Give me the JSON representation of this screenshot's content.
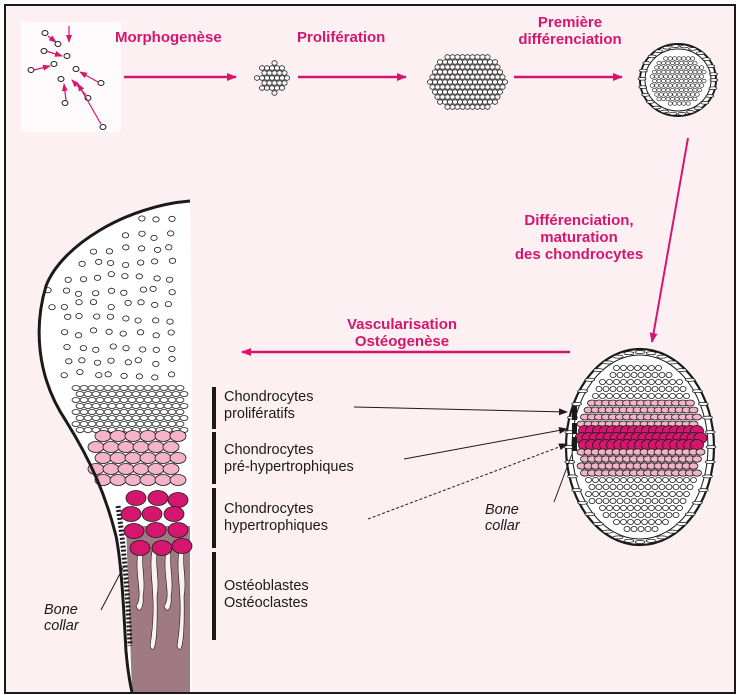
{
  "steps": {
    "morphogenese": "Morphogenèse",
    "proliferation": "Prolifération",
    "premiere_line1": "Première",
    "premiere_line2": "différenciation",
    "diff_line1": "Différenciation,",
    "diff_line2": "maturation",
    "diff_line3": "des chondrocytes",
    "vasc_line1": "Vascularisation",
    "vasc_line2": "Ostéogenèse"
  },
  "zones": {
    "proliferatifs_line1": "Chondrocytes",
    "proliferatifs_line2": "prolifératifs",
    "prehyper_line1": "Chondrocytes",
    "prehyper_line2": "pré-hypertrophiques",
    "hyper_line1": "Chondrocytes",
    "hyper_line2": "hypertrophiques",
    "osteo_line1": "Ostéoblastes",
    "osteo_line2": "Ostéoclastes"
  },
  "bone_collar": {
    "line1": "Bone",
    "line2": "collar"
  },
  "colors": {
    "accent_pink": "#d4166e",
    "light_pink": "#f4b3c8",
    "bone_mauve": "#a07a82",
    "background": "#fdf0f3"
  }
}
